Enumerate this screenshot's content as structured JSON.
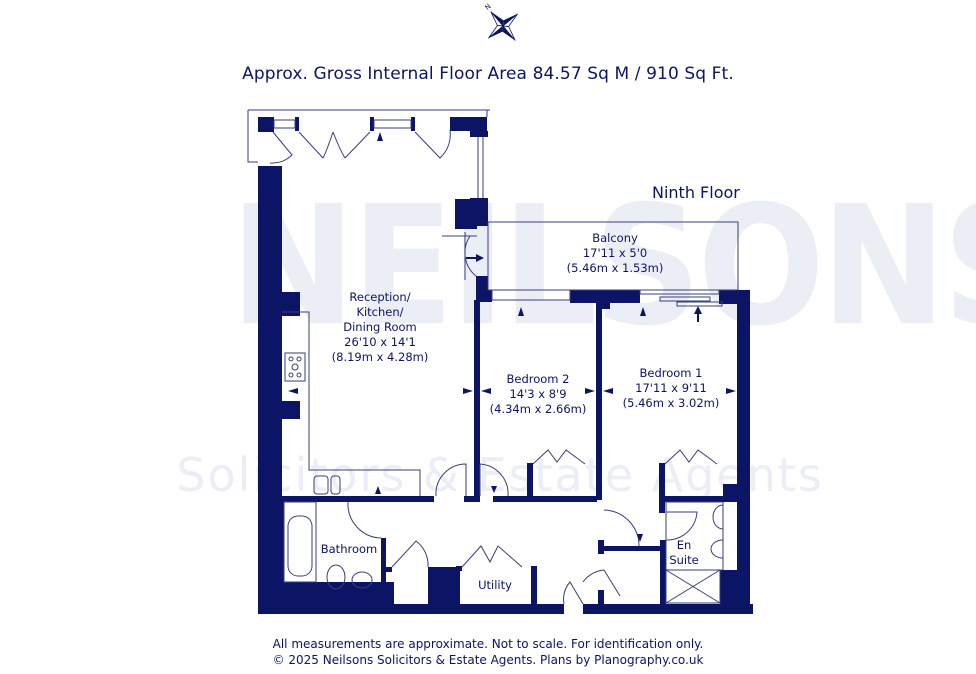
{
  "header": {
    "compass": {
      "icon": "compass-north-icon",
      "label": "N"
    },
    "title": "Approx. Gross Internal Floor Area 84.57 Sq M / 910 Sq Ft."
  },
  "floor_label": "Ninth Floor",
  "watermark": {
    "brand": "NEILSONS",
    "tagline": "Solicitors & Estate Agents"
  },
  "rooms": [
    {
      "id": "reception",
      "lines": [
        "Reception/",
        "Kitchen/",
        "Dining Room",
        "26'10 x 14'1",
        "(8.19m x 4.28m)"
      ]
    },
    {
      "id": "balcony",
      "lines": [
        "Balcony",
        "17'11 x 5'0",
        "(5.46m x 1.53m)"
      ]
    },
    {
      "id": "bedroom2",
      "lines": [
        "Bedroom 2",
        "14'3 x 8'9",
        "(4.34m x 2.66m)"
      ]
    },
    {
      "id": "bedroom1",
      "lines": [
        "Bedroom 1",
        "17'11 x 9'11",
        "(5.46m x 3.02m)"
      ]
    },
    {
      "id": "bathroom",
      "lines": [
        "Bathroom"
      ]
    },
    {
      "id": "utility",
      "lines": [
        "Utility"
      ]
    },
    {
      "id": "ensuite",
      "lines": [
        "En",
        "Suite"
      ]
    }
  ],
  "footer": {
    "line1": "All measurements are approximate. Not to scale. For identification only.",
    "line2": "© 2025 Neilsons Solicitors & Estate Agents. Plans by Planography.co.uk"
  },
  "colors": {
    "wall": "#0c1466",
    "line": "#3a3f7a",
    "watermark": "#eceef6",
    "background": "#ffffff"
  }
}
